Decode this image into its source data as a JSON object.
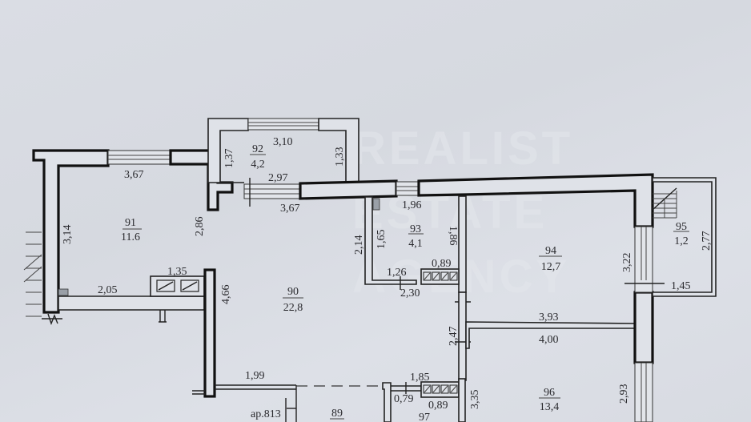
{
  "watermark": {
    "line1": "REALIST",
    "line2": "ESTATE",
    "line3": "AGENCY"
  },
  "rooms": [
    {
      "number": "91",
      "area": "11.6"
    },
    {
      "number": "92",
      "area": "4,2"
    },
    {
      "number": "93",
      "area": "4,1"
    },
    {
      "number": "94",
      "area": "12,7"
    },
    {
      "number": "95",
      "area": "1,2"
    },
    {
      "number": "90",
      "area": "22,8"
    },
    {
      "number": "96",
      "area": "13,4"
    },
    {
      "number": "89",
      "area": ""
    },
    {
      "number": "97",
      "area": ""
    }
  ],
  "dimensions": {
    "r91_top": "3,67",
    "r91_left": "3,14",
    "r91_right": "2,86",
    "r91_bottom": "2,05",
    "kitchen_unit": "1,35",
    "r92_top": "3,10",
    "r92_left": "1,37",
    "r92_right": "1,33",
    "r92_bottom": "2,97",
    "r90_top": "3,67",
    "r90_left": "4,66",
    "r90_bottom": "1,99",
    "r93_top": "1,96",
    "r93_outer_left": "2,14",
    "r93_inner_left": "1,65",
    "r93_right": "1,86",
    "r93_bottom_inner": "1,26",
    "r93_bottom_outer": "2,30",
    "r93_unit": "0,89",
    "r94_right": "3,22",
    "r94_bottom": "3,93",
    "r95_right": "2,77",
    "r95_bottom": "1,45",
    "corridor": "2,47",
    "r96_top": "4,00",
    "r96_left": "3,35",
    "r96_right": "2,93",
    "r97_top": "1,85",
    "r97_left": "0,79",
    "r97_unit": "0,89",
    "arch": "ар.813"
  }
}
